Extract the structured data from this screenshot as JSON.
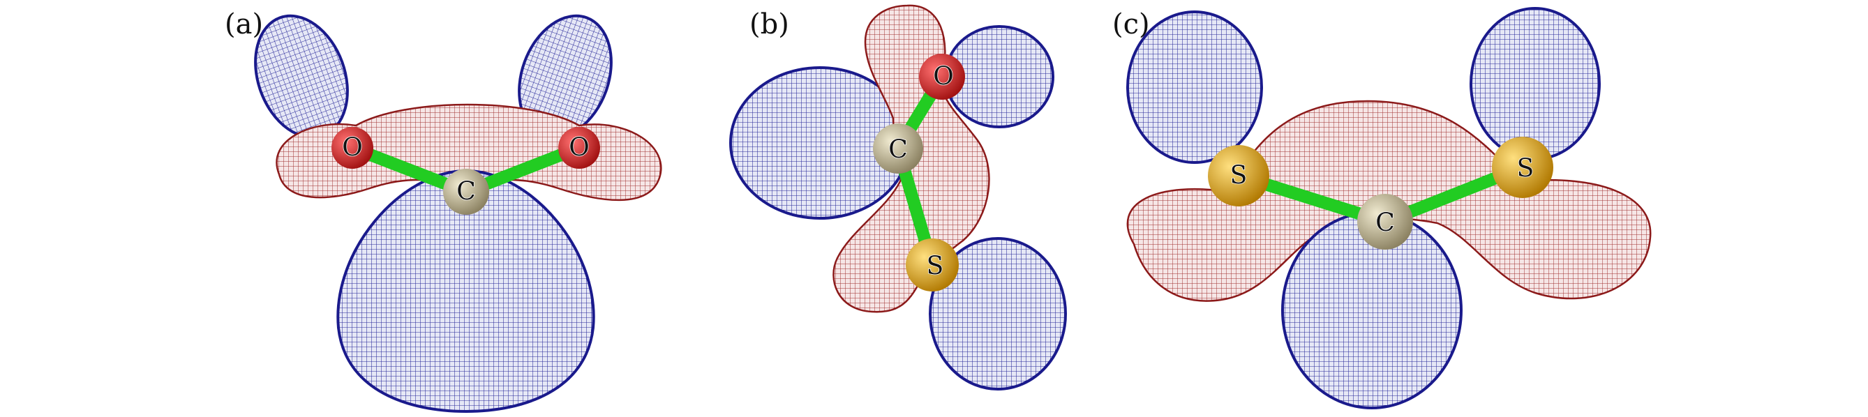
{
  "figure": {
    "panels": [
      {
        "label": "(a)",
        "atoms": [
          "O",
          "O",
          "C"
        ]
      },
      {
        "label": "(b)",
        "atoms": [
          "O",
          "C",
          "S"
        ]
      },
      {
        "label": "(c)",
        "atoms": [
          "S",
          "C",
          "S"
        ]
      }
    ],
    "colors": {
      "positive_lobe": "#1a1a8c",
      "negative_lobe": "#8c1a1a",
      "bond": "#22cc22",
      "oxygen": "#cc2020",
      "carbon": "#c8bf9a",
      "sulfur": "#e0a820"
    }
  }
}
